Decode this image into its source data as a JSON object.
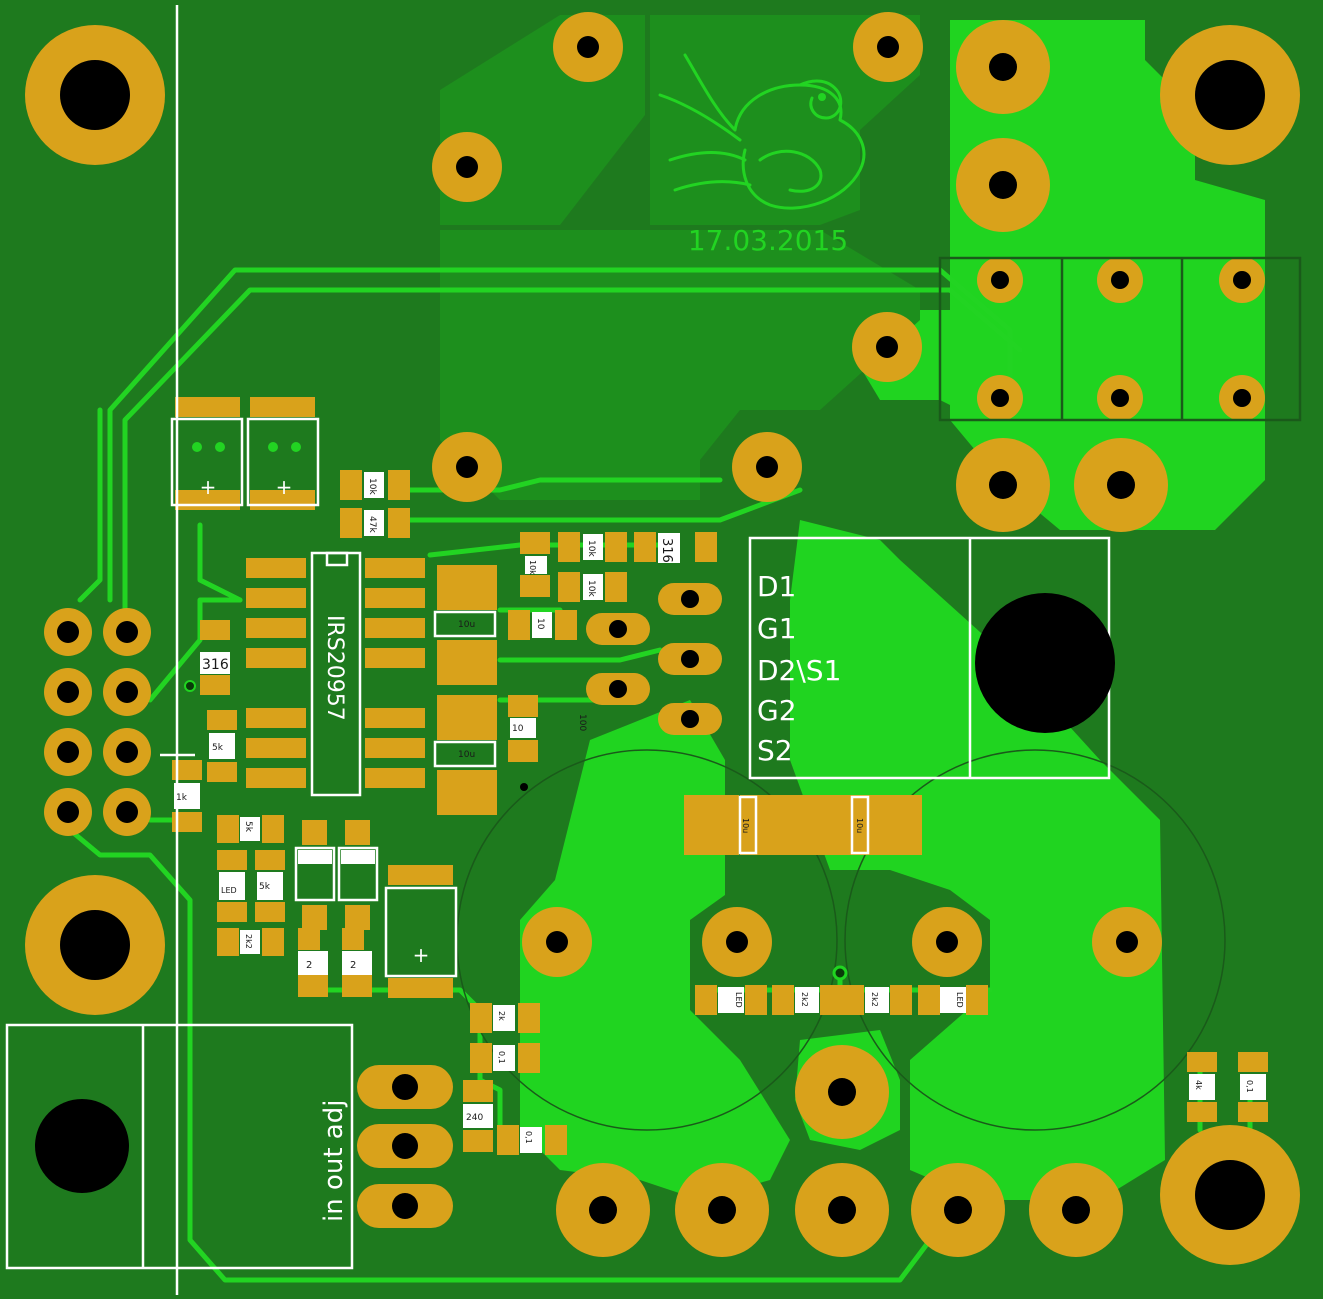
{
  "board": {
    "date": "17.03.2015",
    "ic_label": "IRS20957",
    "connector_labels": [
      "D1",
      "G1",
      "D2\\S1",
      "G2",
      "S2"
    ],
    "left_connector_label": "in out adj",
    "colors": {
      "board": "#1e7a1e",
      "copper_pour": "#20d420",
      "pad": "#d9a21b",
      "silk": "#ffffff"
    },
    "components": {
      "r_10k_a": "10k",
      "r_47k": "47k",
      "r_10k_b": "10k",
      "r_10k_c": "10k",
      "r_10k_d": "10k",
      "r_316_a": "316",
      "r_316_b": "316",
      "c_10u_a": "10u",
      "c_10u_b": "10u",
      "c_10u_c": "10u",
      "c_10u_d": "10u",
      "r_10_a": "10",
      "r_10_b": "10",
      "c_100": "100",
      "r_5k_a": "5k",
      "r_5k_b": "5k",
      "r_5k_c": "5k",
      "r_1k": "1k",
      "led_a": "LED",
      "led_b": "LED",
      "led_c": "LED",
      "r_2k2_a": "2k2",
      "r_2k2_b": "2k2",
      "r_2k2_c": "2k2",
      "r_2_a": "2",
      "r_2_b": "2",
      "r_2k": "2k",
      "c_01_a": "0,1",
      "c_01_b": "0,1",
      "c_01_c": "0,1",
      "r_240": "240",
      "r_4k": "4k"
    }
  }
}
